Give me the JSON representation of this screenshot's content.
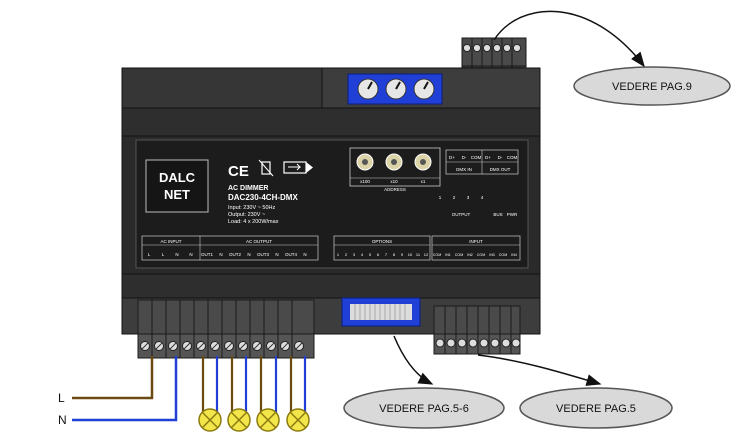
{
  "device": {
    "brand_line1": "DALC",
    "brand_line2": "NET",
    "ce_mark": "CE",
    "product_type": "AC DIMMER",
    "model": "DAC230-4CH-DMX",
    "spec_input": "Input: 230V ~  50Hz",
    "spec_output": "Output: 230V ~",
    "spec_load": "Load: 4 x 200W/max"
  },
  "address": {
    "label": "ADDRESS",
    "dials": [
      "x100",
      "x10",
      "x1"
    ]
  },
  "dmx": {
    "pins": [
      "D+",
      "D-",
      "COM",
      "D+",
      "D-",
      "COM"
    ],
    "in_label": "DMX IN",
    "out_label": "DMX OUT"
  },
  "leds": {
    "numbers": [
      "1",
      "2",
      "3",
      "4"
    ],
    "output_label": "OUTPUT",
    "bus_label": "BUS",
    "pwr_label": "PWR"
  },
  "ac_input": {
    "label": "AC INPUT",
    "pins": [
      "L",
      "L",
      "N",
      "N"
    ]
  },
  "ac_output": {
    "label": "AC OUTPUT",
    "pins": [
      "OUT1",
      "N",
      "OUT2",
      "N",
      "OUT3",
      "N",
      "OUT4",
      "N"
    ]
  },
  "options": {
    "label": "OPTIONS",
    "pins": [
      "1",
      "2",
      "3",
      "4",
      "5",
      "6",
      "7",
      "8",
      "9",
      "10",
      "11",
      "12"
    ]
  },
  "input": {
    "label": "INPUT",
    "pins": [
      "COM",
      "IN1",
      "COM",
      "IN2",
      "COM",
      "IN3",
      "COM",
      "IN4"
    ]
  },
  "wires": {
    "line_label": "L",
    "neutral_label": "N"
  },
  "callouts": {
    "top": "VEDERE PAG.9",
    "dip": "VEDERE PAG.5-6",
    "input": "VEDERE PAG.5"
  },
  "colors": {
    "housing": "#3a3a3a",
    "housing_dark": "#262626",
    "panel": "#1e1e1e",
    "blue": "#1f3fd6",
    "wire_brown": "#6b4a12",
    "wire_blue": "#1f3fd6",
    "lamp": "#f3e64a"
  }
}
